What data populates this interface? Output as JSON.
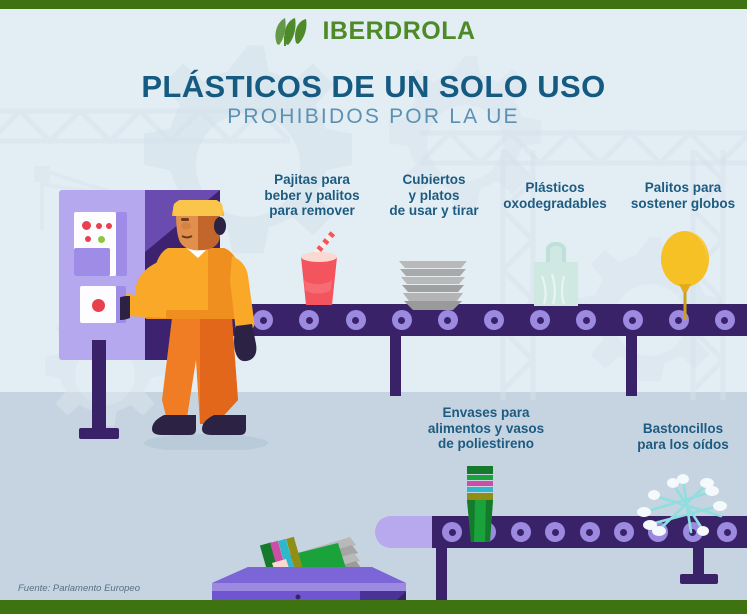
{
  "brand": {
    "name": "IBERDROLA",
    "logo_icon": "iberdrola-leaves-logo",
    "color": "#4e8b28"
  },
  "header": {
    "title": "PLÁSTICOS DE UN SOLO USO",
    "subtitle": "PROHIBIDOS POR LA UE",
    "title_color": "#155b81",
    "subtitle_color": "#5b91b2"
  },
  "items": [
    {
      "id": "pajitas",
      "label": "Pajitas para\nbeber y palitos\npara remover",
      "line1": "Pajitas para",
      "line2": "beber y palitos",
      "line3": "para remover",
      "icon": "drink-cup-with-straw-icon",
      "color": "#f4545d"
    },
    {
      "id": "cubiertos",
      "label": "Cubiertos\ny platos\nde usar y tirar",
      "line1": "Cubiertos",
      "line2": "y platos",
      "line3": "de usar y tirar",
      "icon": "stacked-plates-icon",
      "color": "#a6a6a6"
    },
    {
      "id": "oxo",
      "label": "Plásticos\noxodegradables",
      "line1": "Plásticos",
      "line2": "oxodegradables",
      "line3": "",
      "icon": "plastic-bag-icon",
      "color": "#cfe8e2"
    },
    {
      "id": "globos",
      "label": "Palitos para\nsostener globos",
      "line1": "Palitos para",
      "line2": "sostener globos",
      "line3": "",
      "icon": "balloon-on-stick-icon",
      "color": "#f5c125"
    },
    {
      "id": "envases",
      "label": "Envases para\nalimentos y vasos\nde poliestireno",
      "line1": "Envases para",
      "line2": "alimentos y vasos",
      "line3": "de poliestireno",
      "icon": "stacked-green-cups-icon",
      "color": "#1aa33b"
    },
    {
      "id": "bastoncillos",
      "label": "Bastoncillos\npara los oídos",
      "line1": "Bastoncillos",
      "line2": "para los oídos",
      "line3": "",
      "icon": "cotton-swabs-icon",
      "color": "#8fdfe0"
    }
  ],
  "scene": {
    "worker_icon": "factory-worker-illustration",
    "control_panel_icon": "control-panel-illustration",
    "conveyor_icon": "conveyor-belt-illustration",
    "waste_bin_icon": "waste-bin-with-plastics-illustration",
    "belt_color": "#3a2268",
    "roller_color": "#9b8ae0",
    "floor_color": "#c5d4e0",
    "background_color": "#e3edf4"
  },
  "footer": {
    "source": "Fuente: Parlamento Europeo",
    "bar_color": "#3f7312"
  }
}
